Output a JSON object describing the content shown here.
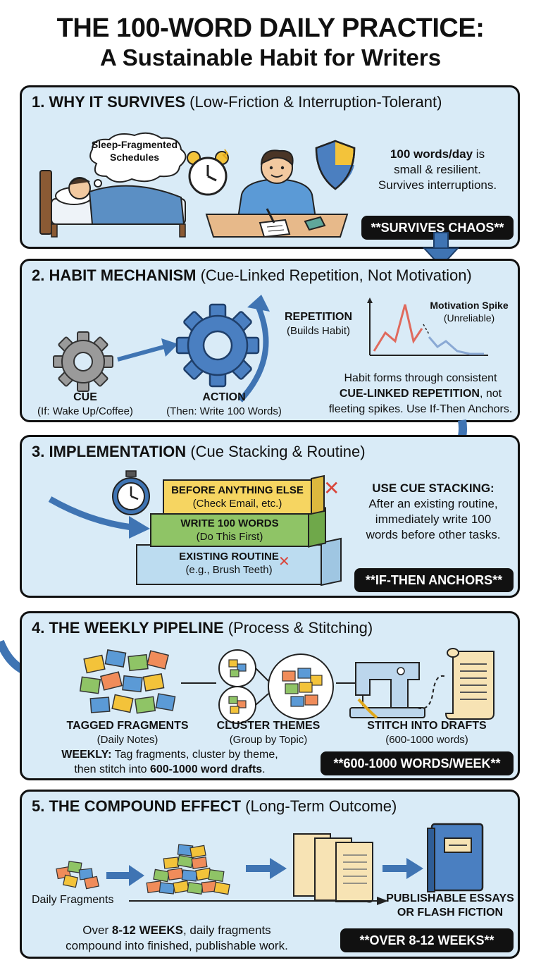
{
  "title": {
    "line1": "THE 100-WORD DAILY PRACTICE:",
    "line2": "A Sustainable Habit for Writers"
  },
  "section1": {
    "heading_num": "1. WHY IT SURVIVES",
    "heading_sub": "(Low-Friction & Interruption-Tolerant)",
    "cloud_text": "Sleep-Fragmented Schedules",
    "desc_bold": "100 words/day",
    "desc_rest1": " is",
    "desc_line2": "small & resilient.",
    "desc_line3": "Survives interruptions.",
    "pill": "**SURVIVES CHAOS**"
  },
  "section2": {
    "heading_num": "2. HABIT MECHANISM",
    "heading_sub": "(Cue-Linked Repetition, Not Motivation)",
    "cue_label": "CUE",
    "cue_sub": "(If: Wake Up/Coffee)",
    "action_label": "ACTION",
    "action_sub": "(Then: Write 100 Words)",
    "repetition_label": "REPETITION",
    "repetition_sub": "(Builds Habit)",
    "spike_label": "Motivation Spike",
    "spike_sub": "(Unreliable)",
    "desc_line1": "Habit forms through consistent",
    "desc_bold": "CUE-LINKED REPETITION",
    "desc_line2_rest": ", not",
    "desc_line3": "fleeting spikes. Use If-Then Anchors."
  },
  "section3": {
    "heading_num": "3. IMPLEMENTATION",
    "heading_sub": "(Cue Stacking & Routine)",
    "layer_top_title": "BEFORE ANYTHING ELSE",
    "layer_top_sub": "(Check Email, etc.)",
    "layer_mid_title": "WRITE 100 WORDS",
    "layer_mid_sub": "(Do This First)",
    "layer_bot_title": "EXISTING ROUTINE",
    "layer_bot_sub": "(e.g., Brush Teeth)",
    "cross_mark": "✕",
    "desc_title": "USE CUE STACKING:",
    "desc_line1": "After an existing routine,",
    "desc_line2": "immediately write 100",
    "desc_line3": "words before other tasks.",
    "pill": "**IF-THEN ANCHORS**"
  },
  "section4": {
    "heading_num": "4. THE WEEKLY PIPELINE",
    "heading_sub": "(Process & Stitching)",
    "step1_title": "TAGGED FRAGMENTS",
    "step1_sub": "(Daily Notes)",
    "step2_title": "CLUSTER THEMES",
    "step2_sub": "(Group by Topic)",
    "step3_title": "STITCH INTO DRAFTS",
    "step3_sub": "(600-1000 words)",
    "weekly_bold": "WEEKLY:",
    "weekly_rest": " Tag fragments, cluster by theme,",
    "weekly_line2_pre": "then stitch into ",
    "weekly_line2_bold": "600-1000 word drafts",
    "weekly_line2_post": ".",
    "pill": "**600-1000 WORDS/WEEK**"
  },
  "section5": {
    "heading_num": "5. THE COMPOUND EFFECT",
    "heading_sub": "(Long-Term Outcome)",
    "daily_fragments": "Daily Fragments",
    "outcome_line1": "PUBLISHABLE ESSAYS",
    "outcome_line2": "OR FLASH FICTION",
    "desc_pre": "Over ",
    "desc_bold": "8-12 WEEKS",
    "desc_post": ", daily fragments",
    "desc_line2": "compound into finished, publishable work.",
    "pill": "**OVER 8-12 WEEKS**"
  },
  "colors": {
    "panel_bg": "#d9ebf7",
    "arrow_blue": "#3f74b3",
    "layer_yellow": "#f6d561",
    "layer_green": "#8fc466",
    "layer_blue": "#bcdcf0",
    "cross_red": "#d9463b"
  }
}
